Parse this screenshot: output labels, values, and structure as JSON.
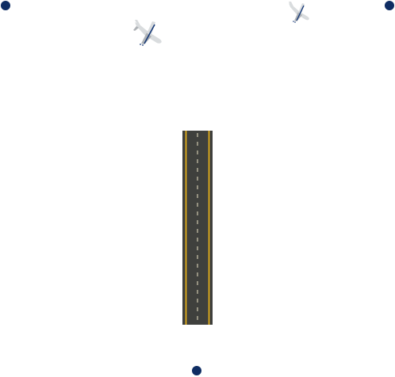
{
  "game": {
    "screen": "runway-airspace",
    "colors": {
      "background": "#ffffff",
      "waypoint": "#0f2d63",
      "runway_surface": "#3f403d",
      "runway_edge_line": "#f2b818",
      "runway_center_line": "#e9e2c2",
      "plane_body": "#d9dcde",
      "plane_shadow": "#aeb2b6",
      "plane_accent": "#173a78"
    },
    "waypoints": [
      {
        "id": "top-left",
        "icon": "waypoint-dot"
      },
      {
        "id": "top-right",
        "icon": "waypoint-dot"
      },
      {
        "id": "bottom-center",
        "icon": "waypoint-dot"
      }
    ],
    "planes": [
      {
        "id": "plane-a",
        "icon": "airplane-icon",
        "heading": "south-west"
      },
      {
        "id": "plane-b",
        "icon": "airplane-icon",
        "heading": "south-west"
      }
    ],
    "runway": {
      "icon": "runway",
      "orientation": "vertical",
      "lanes": 2
    }
  }
}
